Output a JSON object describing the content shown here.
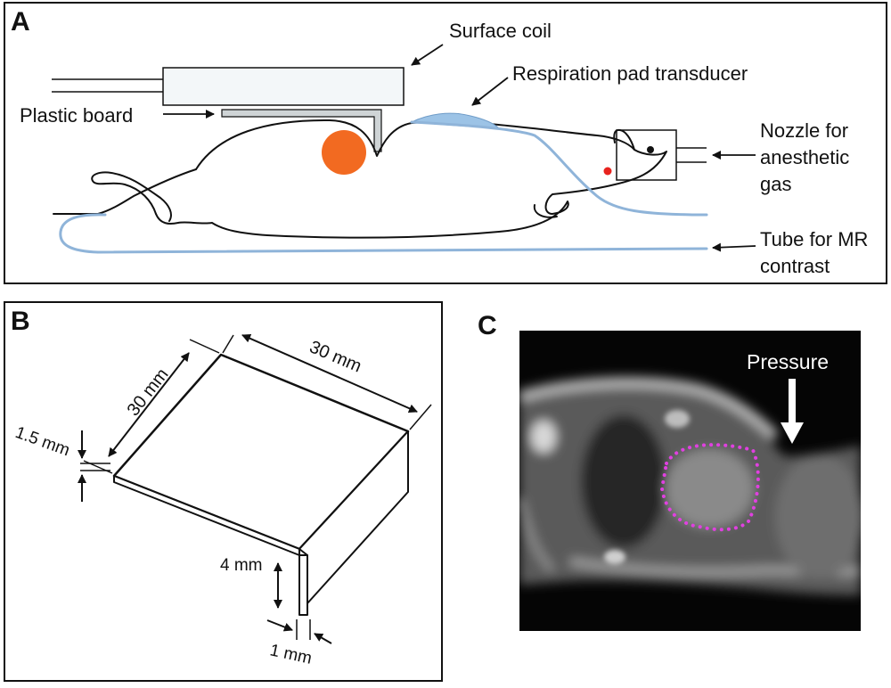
{
  "panels": {
    "a": {
      "letter": "A",
      "labels": {
        "surface_coil": "Surface coil",
        "respiration_pad": "Respiration pad transducer",
        "plastic_board": "Plastic board",
        "nozzle_line1": "Nozzle for",
        "nozzle_line2": "anesthetic",
        "nozzle_line3": "gas",
        "tube_line1": "Tube for MR",
        "tube_line2": "contrast"
      },
      "colors": {
        "tube": "#8fb4d9",
        "pad": "#9cc3e6",
        "tumor": "#f26a21",
        "eye": "#e8231e"
      }
    },
    "b": {
      "letter": "B",
      "dims": {
        "width_top": "30 mm",
        "depth_left": "30 mm",
        "thickness": "1.5 mm",
        "lip_height": "4 mm",
        "lip_thickness": "1 mm"
      }
    },
    "c": {
      "letter": "C",
      "pressure_label": "Pressure",
      "colors": {
        "roi_outline": "#e040e0"
      }
    }
  }
}
